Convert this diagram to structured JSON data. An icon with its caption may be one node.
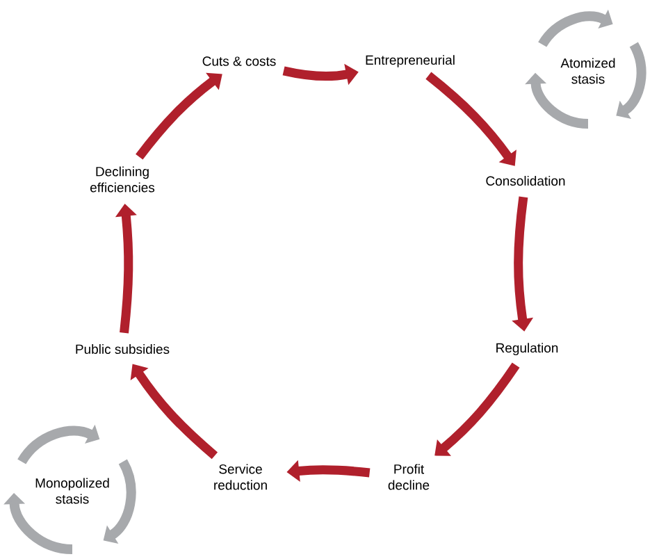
{
  "diagram": {
    "nodes": [
      {
        "text": [
          "Cuts & costs"
        ]
      },
      {
        "text": [
          "Entrepreneurial"
        ]
      },
      {
        "text": [
          "Atomized stasis"
        ]
      },
      {
        "text": [
          "Consolidation"
        ]
      },
      {
        "text": [
          "Regulation"
        ]
      },
      {
        "text": [
          "Profit decline"
        ]
      },
      {
        "text": [
          "Service reduction"
        ]
      },
      {
        "text": [
          "Monopolized stasis"
        ]
      },
      {
        "text": [
          "Public subsidies"
        ]
      },
      {
        "text": [
          "Declining efficiencies"
        ]
      }
    ],
    "edges": [
      {
        "from": 0,
        "to": 1,
        "arrow": "to"
      },
      {
        "from": 1,
        "to": 3,
        "arrow": "to"
      },
      {
        "from": 3,
        "to": 4,
        "arrow": "to"
      },
      {
        "from": 4,
        "to": 5,
        "arrow": "to"
      },
      {
        "from": 5,
        "to": 6,
        "arrow": "to"
      },
      {
        "from": 6,
        "to": 8,
        "arrow": "to"
      },
      {
        "from": 8,
        "to": 9,
        "arrow": "to"
      },
      {
        "from": 9,
        "to": 0,
        "arrow": "to"
      }
    ]
  }
}
